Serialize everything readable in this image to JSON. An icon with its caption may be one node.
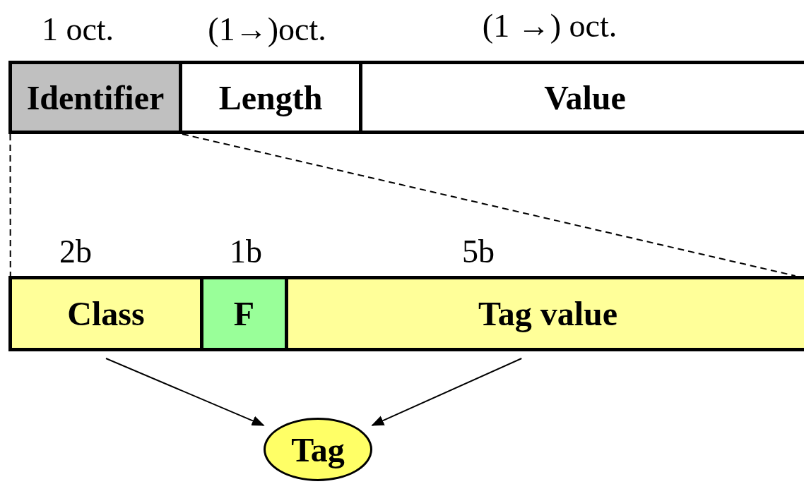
{
  "diagram": {
    "nodes": [
      {
        "text": [
          "Identifier"
        ],
        "beside": [
          "1 oct."
        ]
      },
      {
        "text": [
          "Length"
        ],
        "beside": [
          "(1→)oct."
        ]
      },
      {
        "text": [
          "Value"
        ],
        "beside": [
          "(1 →) oct."
        ]
      },
      {
        "text": [
          "Class"
        ],
        "beside": [
          "2b"
        ]
      },
      {
        "text": [
          "F"
        ],
        "beside": [
          "1b"
        ]
      },
      {
        "text": [
          "Tag value"
        ],
        "beside": [
          "5b"
        ]
      },
      {
        "text": [
          "Tag"
        ]
      }
    ],
    "edges": [
      {
        "from": 0,
        "to": 3,
        "arrow": "none",
        "style": "dashed"
      },
      {
        "from": 0,
        "to": 5,
        "arrow": "none",
        "style": "dashed"
      },
      {
        "from": 3,
        "to": 6,
        "arrow": "to"
      },
      {
        "from": 5,
        "to": 6,
        "arrow": "to"
      }
    ]
  }
}
